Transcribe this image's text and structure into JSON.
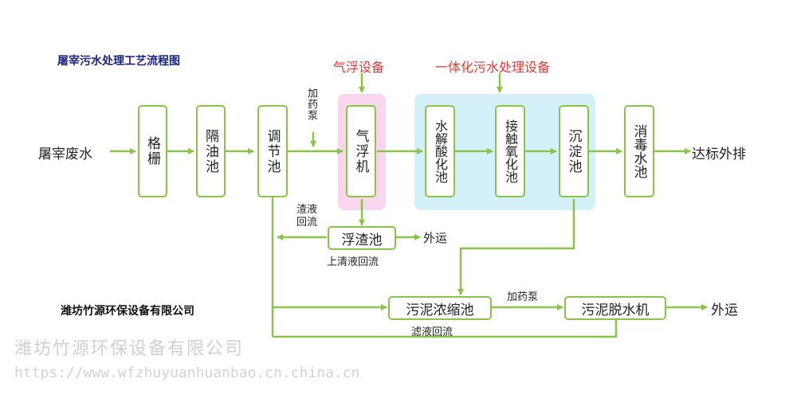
{
  "title": "屠宰污水处理工艺流程图",
  "company": "潍坊竹源环保设备有限公司",
  "watermark": {
    "cn": "潍坊竹源环保设备有限公司",
    "url": "https://www.wfzhuyuanhuanbao.cn.china.cn"
  },
  "input": "屠宰废水",
  "output": "达标外排",
  "groups": {
    "flotation": "气浮设备",
    "integrated": "一体化污水处理设备"
  },
  "units": {
    "grid": "格栅",
    "oil_trap": "隔油池",
    "equalization": "调节池",
    "dosing": "加药泵",
    "flotation": "气浮机",
    "hydrolysis": "水解酸化池",
    "contact_oxidation": "接触氧化池",
    "sedimentation": "沉淀池",
    "disinfection": "消毒水池",
    "scum": "浮渣池",
    "sludge_thickener": "污泥浓缩池",
    "sludge_dewatering": "污泥脱水机"
  },
  "labels": {
    "scum_return": "渣液\n回流",
    "scum_return_1": "渣液",
    "scum_return_2": "回流",
    "supernatant_return": "上清液回流",
    "filtrate_return": "滤液回流",
    "dosing_pump_2": "加药泵",
    "out_1": "外运",
    "out_2": "外运"
  },
  "colors": {
    "box_border": "#8bc34a",
    "arrow": "#8bc34a",
    "flotation_bg": "#f8d7ee",
    "integrated_bg": "#d4f0f8",
    "group_label": "#e53935",
    "title": "#1a237e"
  }
}
